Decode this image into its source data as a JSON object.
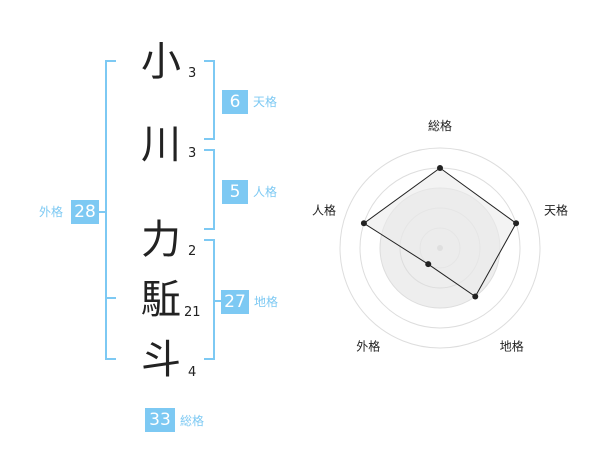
{
  "name": {
    "chars": [
      {
        "char": "小",
        "strokes": "3"
      },
      {
        "char": "川",
        "strokes": "3"
      },
      {
        "char": "力",
        "strokes": "2"
      },
      {
        "char": "駈",
        "strokes": "21"
      },
      {
        "char": "斗",
        "strokes": "4"
      }
    ]
  },
  "fortune": {
    "tenkaku": {
      "value": "6",
      "label": "天格"
    },
    "jinkaku": {
      "value": "5",
      "label": "人格"
    },
    "chikaku": {
      "value": "27",
      "label": "地格"
    },
    "gaikaku": {
      "value": "28",
      "label": "外格"
    },
    "soukaku": {
      "value": "33",
      "label": "総格"
    }
  },
  "colors": {
    "accent": "#7dc9f3",
    "text": "#222222",
    "grid": "#dddddd",
    "fill": "#eeeeee"
  },
  "chart_data": {
    "type": "radar",
    "axes": [
      "総格",
      "天格",
      "地格",
      "外格",
      "人格"
    ],
    "values": [
      4,
      4,
      3,
      1,
      4
    ],
    "max": 5
  }
}
